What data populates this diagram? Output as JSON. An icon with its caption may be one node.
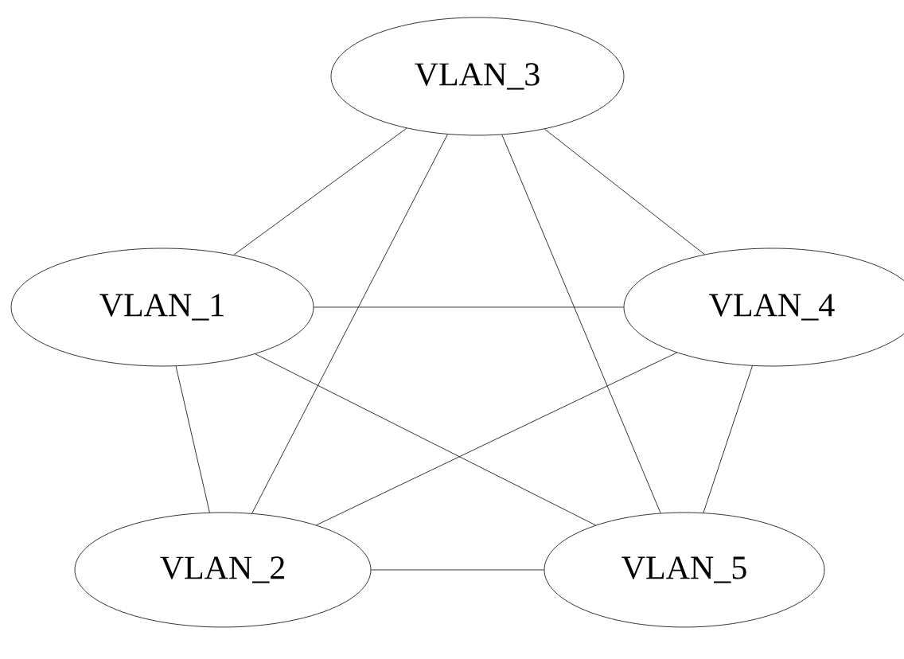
{
  "diagram": {
    "nodes": [
      {
        "text": [
          "VLAN_3"
        ]
      },
      {
        "text": [
          "VLAN_1"
        ]
      },
      {
        "text": [
          "VLAN_4"
        ]
      },
      {
        "text": [
          "VLAN_2"
        ]
      },
      {
        "text": [
          "VLAN_5"
        ]
      }
    ],
    "edges": [
      {
        "from": 0,
        "to": 1,
        "arrow": "none"
      },
      {
        "from": 0,
        "to": 2,
        "arrow": "none"
      },
      {
        "from": 0,
        "to": 3,
        "arrow": "none"
      },
      {
        "from": 0,
        "to": 4,
        "arrow": "none"
      },
      {
        "from": 1,
        "to": 2,
        "arrow": "none"
      },
      {
        "from": 1,
        "to": 4,
        "arrow": "none"
      },
      {
        "from": 1,
        "to": 3,
        "arrow": "none"
      },
      {
        "from": 2,
        "to": 3,
        "arrow": "none"
      },
      {
        "from": 2,
        "to": 4,
        "arrow": "none"
      },
      {
        "from": 3,
        "to": 4,
        "arrow": "none"
      }
    ]
  }
}
